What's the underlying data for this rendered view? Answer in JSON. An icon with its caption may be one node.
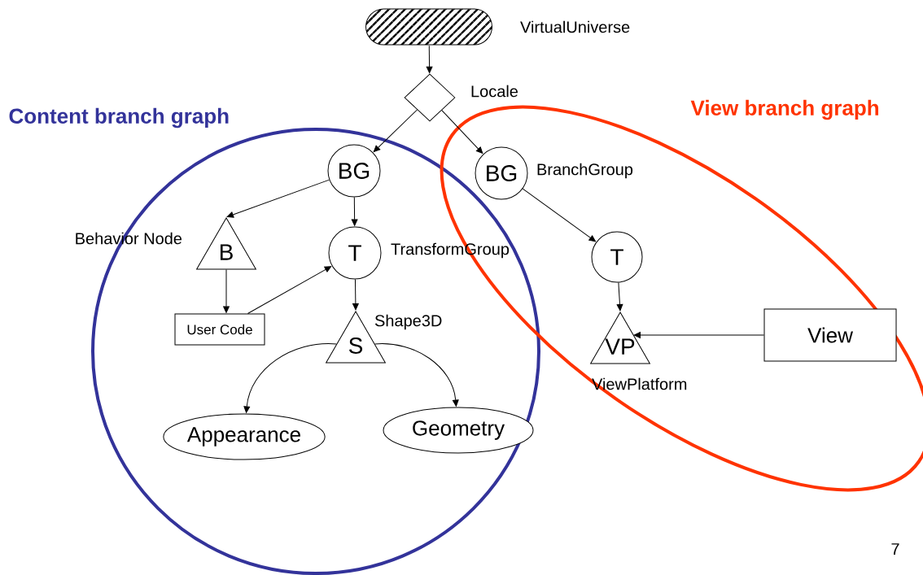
{
  "diagram": {
    "nodes": [
      {
        "text": [],
        "shape": "box",
        "beside": [
          "VirtualUniverse"
        ]
      },
      {
        "text": [],
        "shape": "diamond",
        "beside": [
          "Locale"
        ]
      },
      {
        "text": [
          "BG"
        ]
      },
      {
        "text": [
          "BG"
        ],
        "beside": [
          "BranchGroup"
        ]
      },
      {
        "text": [
          "B"
        ],
        "beside": [
          "Behavior Node"
        ]
      },
      {
        "text": [
          "T"
        ],
        "beside": [
          "TransformGroup"
        ]
      },
      {
        "text": [
          "User Code"
        ]
      },
      {
        "text": [
          "S"
        ],
        "beside": [
          "Shape3D"
        ]
      },
      {
        "text": [
          "Appearance"
        ]
      },
      {
        "text": [
          "Geometry"
        ]
      },
      {
        "text": [
          "T"
        ]
      },
      {
        "text": [
          "VP"
        ],
        "beside": [
          "ViewPlatform"
        ]
      },
      {
        "text": [
          "View"
        ]
      }
    ],
    "edges": [
      {
        "from": 0,
        "to": 1,
        "arrow": "to"
      },
      {
        "from": 1,
        "to": 2,
        "arrow": "to"
      },
      {
        "from": 1,
        "to": 3,
        "arrow": "to"
      },
      {
        "from": 2,
        "to": 4,
        "arrow": "to"
      },
      {
        "from": 2,
        "to": 5,
        "arrow": "to"
      },
      {
        "from": 4,
        "to": 6,
        "arrow": "to"
      },
      {
        "from": 6,
        "to": 5,
        "arrow": "to"
      },
      {
        "from": 5,
        "to": 7,
        "arrow": "to"
      },
      {
        "from": 7,
        "to": 8,
        "arrow": "to"
      },
      {
        "from": 7,
        "to": 9,
        "arrow": "to"
      },
      {
        "from": 3,
        "to": 10,
        "arrow": "to"
      },
      {
        "from": 10,
        "to": 11,
        "arrow": "to"
      },
      {
        "from": 12,
        "to": 11,
        "arrow": "to"
      }
    ],
    "labels": [
      "Content branch graph",
      "View branch graph",
      "7"
    ]
  }
}
